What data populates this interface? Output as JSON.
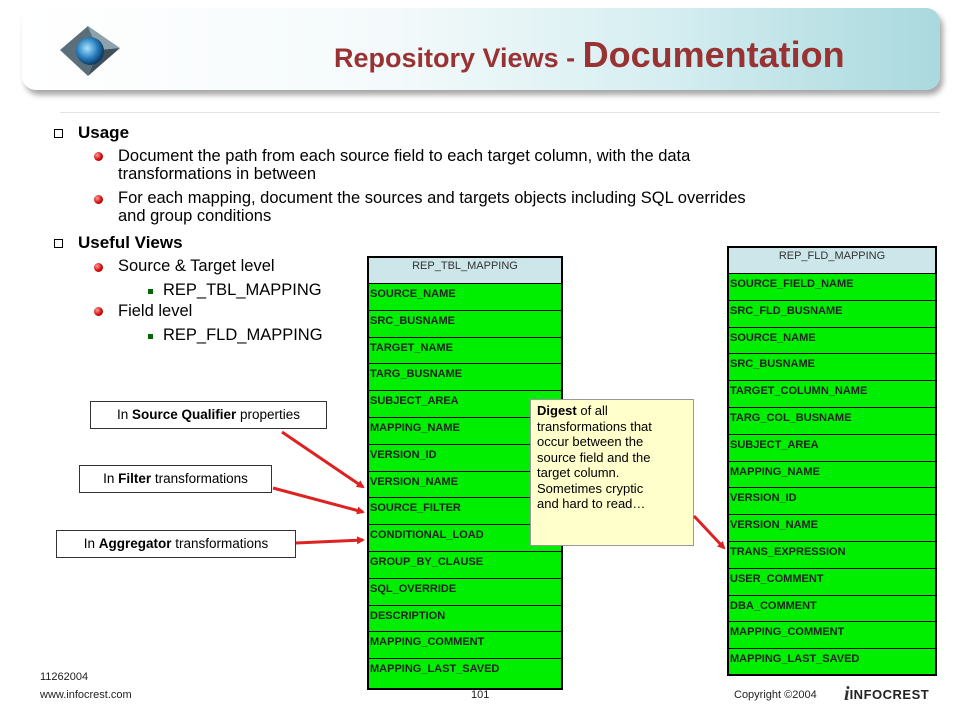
{
  "header": {
    "title_prefix": "Repository Views - ",
    "title_main": "Documentation"
  },
  "content": {
    "usage_label": "Usage",
    "usage_items": [
      [
        "Document the path from each source field to each target column, with the data",
        "transformations in between"
      ],
      [
        "For each mapping, document the sources and targets objects including SQL overrides",
        "and group conditions"
      ]
    ],
    "useful_views_label": "Useful Views",
    "source_target_label": "Source & Target level",
    "rep_tbl_item": "REP_TBL_MAPPING",
    "field_level_label": "Field level",
    "rep_fld_item": "REP_FLD_MAPPING"
  },
  "tbl_mapping": {
    "header": "REP_TBL_MAPPING",
    "rows": [
      "SOURCE_NAME",
      "SRC_BUSNAME",
      "TARGET_NAME",
      "TARG_BUSNAME",
      "SUBJECT_AREA",
      "MAPPING_NAME",
      "VERSION_ID",
      "VERSION_NAME",
      "SOURCE_FILTER",
      "CONDITIONAL_LOAD",
      "GROUP_BY_CLAUSE",
      "SQL_OVERRIDE",
      "DESCRIPTION",
      "MAPPING_COMMENT",
      "MAPPING_LAST_SAVED"
    ]
  },
  "fld_mapping": {
    "header": "REP_FLD_MAPPING",
    "rows": [
      "SOURCE_FIELD_NAME",
      "SRC_FLD_BUSNAME",
      "SOURCE_NAME",
      "SRC_BUSNAME",
      "TARGET_COLUMN_NAME",
      "TARG_COL_BUSNAME",
      "SUBJECT_AREA",
      "MAPPING_NAME",
      "VERSION_ID",
      "VERSION_NAME",
      "TRANS_EXPRESSION",
      "USER_COMMENT",
      "DBA_COMMENT",
      "MAPPING_COMMENT",
      "MAPPING_LAST_SAVED"
    ]
  },
  "callouts": {
    "sq_prefix": "In ",
    "sq_bold": "Source Qualifier",
    "sq_suffix": " properties",
    "filter_prefix": "In ",
    "filter_bold": "Filter",
    "filter_suffix": " transformations",
    "agg_prefix": "In ",
    "agg_bold": "Aggregator",
    "agg_suffix": " transformations",
    "digest_bold": "Digest",
    "digest_lines": [
      " of all",
      "transformations that",
      "occur between the",
      "source field and the",
      "target column.",
      "Sometimes cryptic",
      "and hard to read…"
    ]
  },
  "footer": {
    "date": "11262004",
    "website": "www.infocrest.com",
    "page": "101",
    "copyright": "Copyright ©2004",
    "brand": "INFOCREST"
  },
  "colors": {
    "title": "#993333",
    "table_fill": "#00ee00",
    "arrow": "#dd2222",
    "digest_bg": "#ffffcc"
  }
}
